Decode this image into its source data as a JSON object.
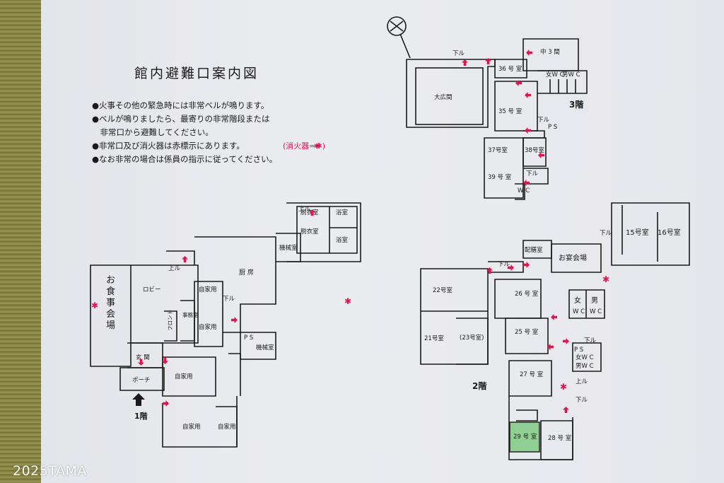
{
  "title": "館内避難口案内図",
  "notes": [
    "●火事その他の緊急時には非常ベルが鳴ります。",
    "●ベルが鳴りましたら、最寄りの非常階段または",
    "　非常口から避難してください。",
    "●非常口及び消火器は赤標示にあります。",
    "●なお非常の場合は係員の指示に従ってください。"
  ],
  "extinguisher_note": "(消火器=✱)",
  "floors": {
    "f1": "1階",
    "f2": "2階",
    "f3": "3階"
  },
  "rooms_3f": {
    "hall": "大広間",
    "r36": "36 号 室",
    "r35": "35 号 室",
    "r37": "37号室",
    "r38": "38号室",
    "r39": "39 号 室",
    "meeting": "中 3 間",
    "wc_women": "女W C",
    "wc_men": "男W C",
    "wc": "W C",
    "ps": "P S"
  },
  "rooms_2f": {
    "r22": "22号室",
    "r21": "21号室",
    "r23": "(23号室)",
    "r26": "26 号 室",
    "r25": "25 号 室",
    "r27": "27 号 室",
    "r28": "28 号 室",
    "r29": "29 号 室",
    "pantry": "配膳室",
    "banquet": "お宴会場",
    "r15": "15号室",
    "r16": "16号室",
    "wc_women": "女",
    "wc_men": "男",
    "wc_women2": "W C",
    "wc_men2": "W C",
    "ps": "P S",
    "wc_women_small": "女W C",
    "wc_men_small": "男W C"
  },
  "rooms_1f": {
    "dining": [
      "お",
      "食",
      "事",
      "会",
      "場"
    ],
    "lobby": "ロビー",
    "front": "フロント",
    "office": "事務室",
    "kitchen": "厨 房",
    "private1": "自家用",
    "private2": "自家用",
    "private3": "自家用",
    "private4": "自家用",
    "private5": "自家用",
    "machine1": "機械室",
    "machine2": "機械室",
    "dress1": "脱衣室",
    "dress2": "脱衣室",
    "bath1": "浴室",
    "bath2": "浴室",
    "entrance": "玄 関",
    "porch": "ポーチ",
    "ps": "P S"
  },
  "stairs": {
    "up": "上ル",
    "down": "下ル"
  },
  "watermark": "2025TAMA",
  "colors": {
    "exit_marker": "#e0144f",
    "room29_fill": "#8fcf93",
    "ink": "#1a1a1a"
  }
}
